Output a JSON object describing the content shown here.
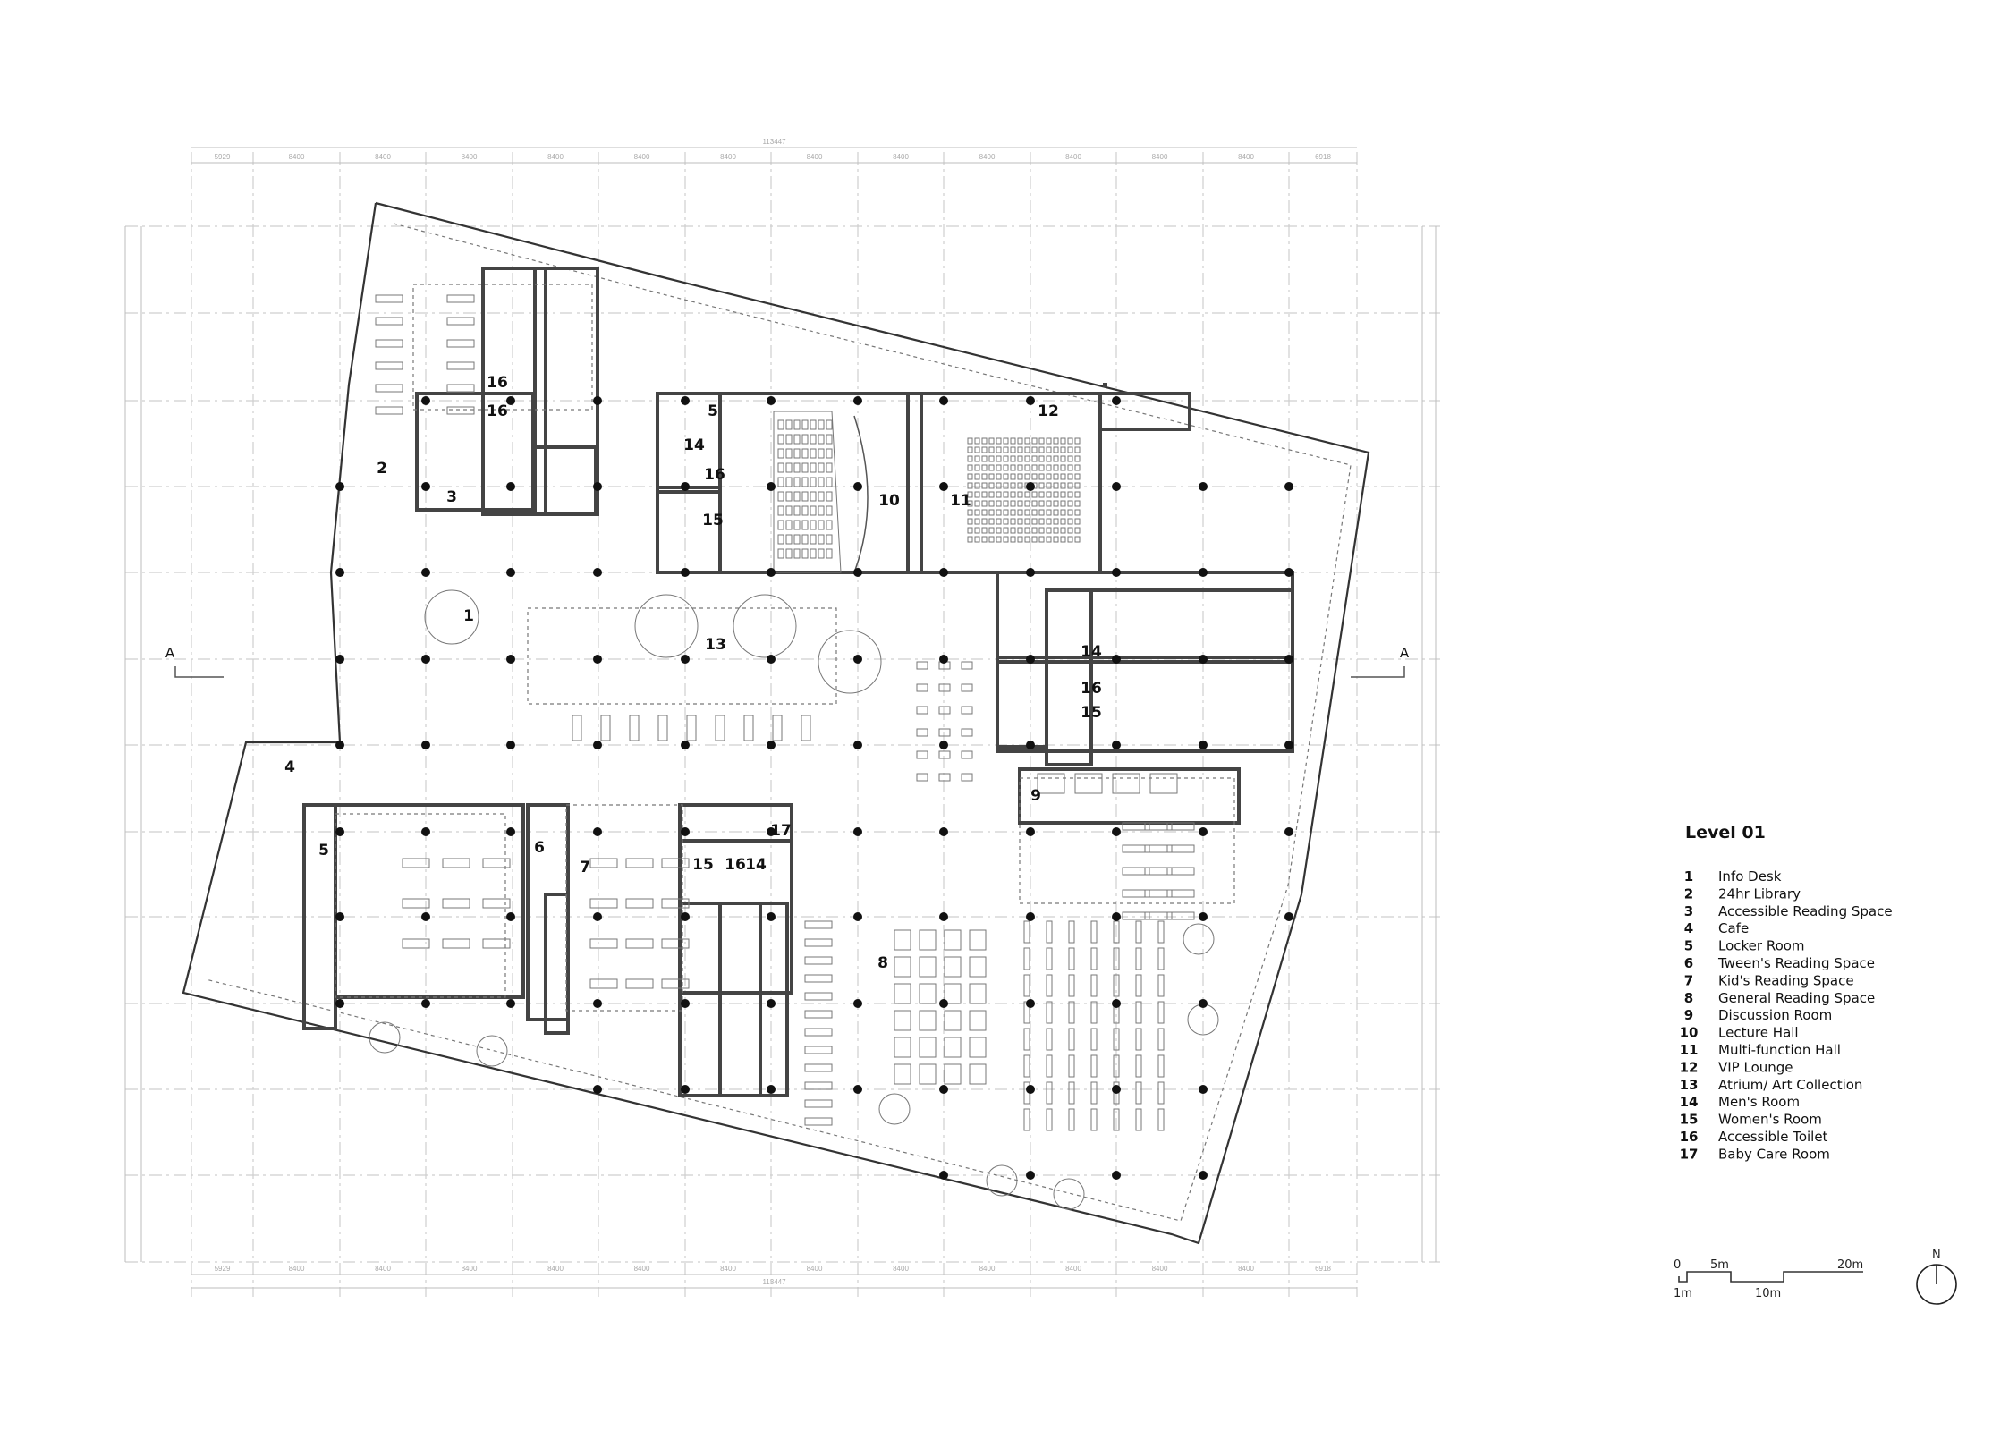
{
  "plan": {
    "dimensions_top": [
      "5929",
      "8400",
      "8400",
      "8400",
      "8400",
      "8400",
      "8400",
      "8400",
      "8400",
      "8400",
      "8400",
      "8400",
      "8400",
      "6918"
    ],
    "dimension_total": "113447",
    "section_mark": "A",
    "room_tags": [
      {
        "num": "1"
      },
      {
        "num": "2"
      },
      {
        "num": "3"
      },
      {
        "num": "4"
      },
      {
        "num": "5"
      },
      {
        "num": "5"
      },
      {
        "num": "6"
      },
      {
        "num": "7"
      },
      {
        "num": "8"
      },
      {
        "num": "9"
      },
      {
        "num": "10"
      },
      {
        "num": "11"
      },
      {
        "num": "12"
      },
      {
        "num": "13"
      },
      {
        "num": "14"
      },
      {
        "num": "14"
      },
      {
        "num": "14"
      },
      {
        "num": "15"
      },
      {
        "num": "15"
      },
      {
        "num": "15"
      },
      {
        "num": "16"
      },
      {
        "num": "16"
      },
      {
        "num": "16"
      },
      {
        "num": "16"
      },
      {
        "num": "16"
      },
      {
        "num": "17"
      }
    ]
  },
  "legend": {
    "title": "Level 01",
    "items": [
      {
        "num": "1",
        "label": "Info Desk"
      },
      {
        "num": "2",
        "label": "24hr Library"
      },
      {
        "num": "3",
        "label": "Accessible Reading Space"
      },
      {
        "num": "4",
        "label": "Cafe"
      },
      {
        "num": "5",
        "label": "Locker Room"
      },
      {
        "num": "6",
        "label": "Tween's Reading Space"
      },
      {
        "num": "7",
        "label": "Kid's Reading Space"
      },
      {
        "num": "8",
        "label": "General Reading Space"
      },
      {
        "num": "9",
        "label": "Discussion Room"
      },
      {
        "num": "10",
        "label": "Lecture Hall"
      },
      {
        "num": "11",
        "label": "Multi-function Hall"
      },
      {
        "num": "12",
        "label": "VIP Lounge"
      },
      {
        "num": "13",
        "label": "Atrium/ Art Collection"
      },
      {
        "num": "14",
        "label": "Men's Room"
      },
      {
        "num": "15",
        "label": "Women's Room"
      },
      {
        "num": "16",
        "label": "Accessible Toilet"
      },
      {
        "num": "17",
        "label": "Baby Care Room"
      }
    ]
  },
  "scale_bar": {
    "labels_top": [
      "0",
      "5m",
      "20m"
    ],
    "labels_bottom": [
      "1m",
      "10m"
    ]
  },
  "north_arrow": {
    "label": "N",
    "icon": "north-arrow-icon"
  }
}
